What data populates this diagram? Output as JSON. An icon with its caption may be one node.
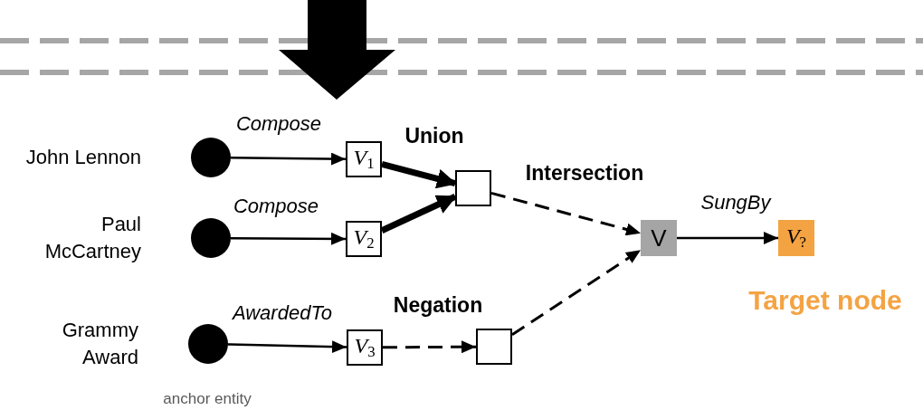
{
  "diagram": {
    "nodes": [
      {
        "text": [],
        "shape": "circle",
        "beside": [
          "John Lennon"
        ]
      },
      {
        "text": [],
        "shape": "circle",
        "beside": [
          "Paul McCartney"
        ]
      },
      {
        "text": [],
        "shape": "circle",
        "beside": [
          "Grammy Award"
        ]
      },
      {
        "text": [
          "*V*$_{1}$"
        ]
      },
      {
        "text": [
          "*V*$_{2}$"
        ]
      },
      {
        "text": [
          "*V*$_{3}$"
        ]
      },
      {
        "text": [],
        "shape": "box"
      },
      {
        "text": [],
        "shape": "box"
      },
      {
        "text": [
          "V"
        ]
      },
      {
        "text": [
          "*V*$_{?}$"
        ]
      }
    ],
    "edges": [
      {
        "from": 0,
        "to": 3,
        "arrow": "to",
        "label": "Compose"
      },
      {
        "from": 1,
        "to": 4,
        "arrow": "to",
        "label": "Compose"
      },
      {
        "from": 2,
        "to": 5,
        "arrow": "to",
        "label": "AwardedTo"
      },
      {
        "from": 3,
        "to": 6,
        "arrow": "to",
        "style": "thick"
      },
      {
        "from": 4,
        "to": 6,
        "arrow": "to",
        "style": "thick"
      },
      {
        "from": 5,
        "to": 7,
        "arrow": "to",
        "style": "dashed"
      },
      {
        "from": 6,
        "to": 8,
        "arrow": "to",
        "style": "dashed"
      },
      {
        "from": 7,
        "to": 8,
        "arrow": "to",
        "style": "dashed"
      },
      {
        "from": 8,
        "to": 9,
        "arrow": "to",
        "label": "SungBy"
      }
    ],
    "labels": [
      "Union",
      "Intersection",
      "Negation",
      "Target node",
      "anchor entity"
    ]
  }
}
